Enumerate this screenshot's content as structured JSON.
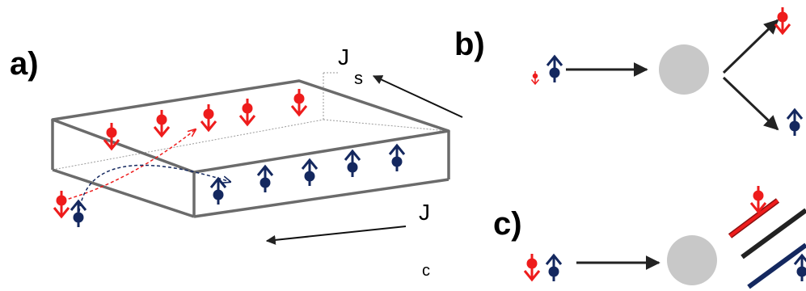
{
  "labels": {
    "panel_a": "a)",
    "panel_b": "b)",
    "panel_c": "c)",
    "spin_current_main": "J",
    "spin_current_sub": "s",
    "charge_current_main": "J",
    "charge_current_sub": "c"
  },
  "colors": {
    "spin_down": "#ee1c1c",
    "spin_up": "#14285f",
    "slab_edge": "#6b6b6b",
    "scatterer": "#c8c8c8",
    "arrow": "#222222"
  },
  "icons": {
    "spin_down": "red-down-spin-icon",
    "spin_up": "navy-up-spin-icon",
    "scatterer": "gray-circle-scatterer-icon"
  }
}
